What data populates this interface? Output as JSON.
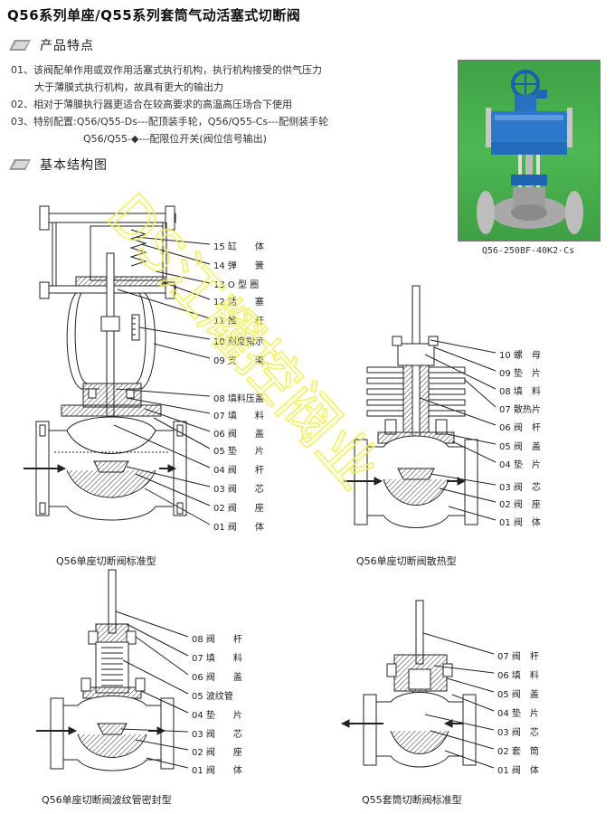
{
  "title": "Q56系列单座/Q55系列套筒气动活塞式切断阀",
  "features_heading": "产品特点",
  "features": [
    "01、该阀配单作用或双作用活塞式执行机构，执行机构接受的供气压力",
    "大于薄膜式执行机构，故具有更大的输出力",
    "02、相对于薄膜执行器更适合在较高要求的高温高压场合下使用",
    "03、特别配置:Q56/Q55-Ds---配顶装手轮，Q56/Q55-Cs---配侧装手轮",
    "Q56/Q55-◆---配限位开关(阀位信号输出)"
  ],
  "photo_caption": "Q56-250BF-40K2-Cs",
  "structure_heading": "基本结构图",
  "watermark": "DS江耀控阀业",
  "diagrams": {
    "standard": {
      "caption": "Q56单座切断阀标准型",
      "parts": [
        "15 缸　　体",
        "14 弹　　簧",
        "13 O 型 圈",
        "12 活　　塞",
        "11 推　　杆",
        "10 刻度指示",
        "09 支　　架",
        "08 填料压盖",
        "07 填　　料",
        "06 阀　　盖",
        "05 垫　　片",
        "04 阀　　杆",
        "03 阀　　芯",
        "02 阀　　座",
        "01 阀　　体"
      ]
    },
    "cooling": {
      "caption": "Q56单座切断阀散热型",
      "parts": [
        "10 螺　母",
        "09 垫　片",
        "08 填　料",
        "07 散热片",
        "06 阀　杆",
        "05 阀　盖",
        "04 垫　片",
        "03 阀　芯",
        "02 阀　座",
        "01 阀　体"
      ]
    },
    "bellows": {
      "caption": "Q56单座切断阀波纹管密封型",
      "parts": [
        "08 阀　　杆",
        "07 填　　料",
        "06 阀　　盖",
        "05 波纹管",
        "04 垫　　片",
        "03 阀　　芯",
        "02 阀　　座",
        "01 阀　　体"
      ]
    },
    "cage": {
      "caption": "Q55套筒切断阀标准型",
      "parts": [
        "07 阀　杆",
        "06 填　料",
        "05 阀　盖",
        "04 垫　片",
        "03 阀　芯",
        "02 套　筒",
        "01 阀　体"
      ]
    }
  }
}
